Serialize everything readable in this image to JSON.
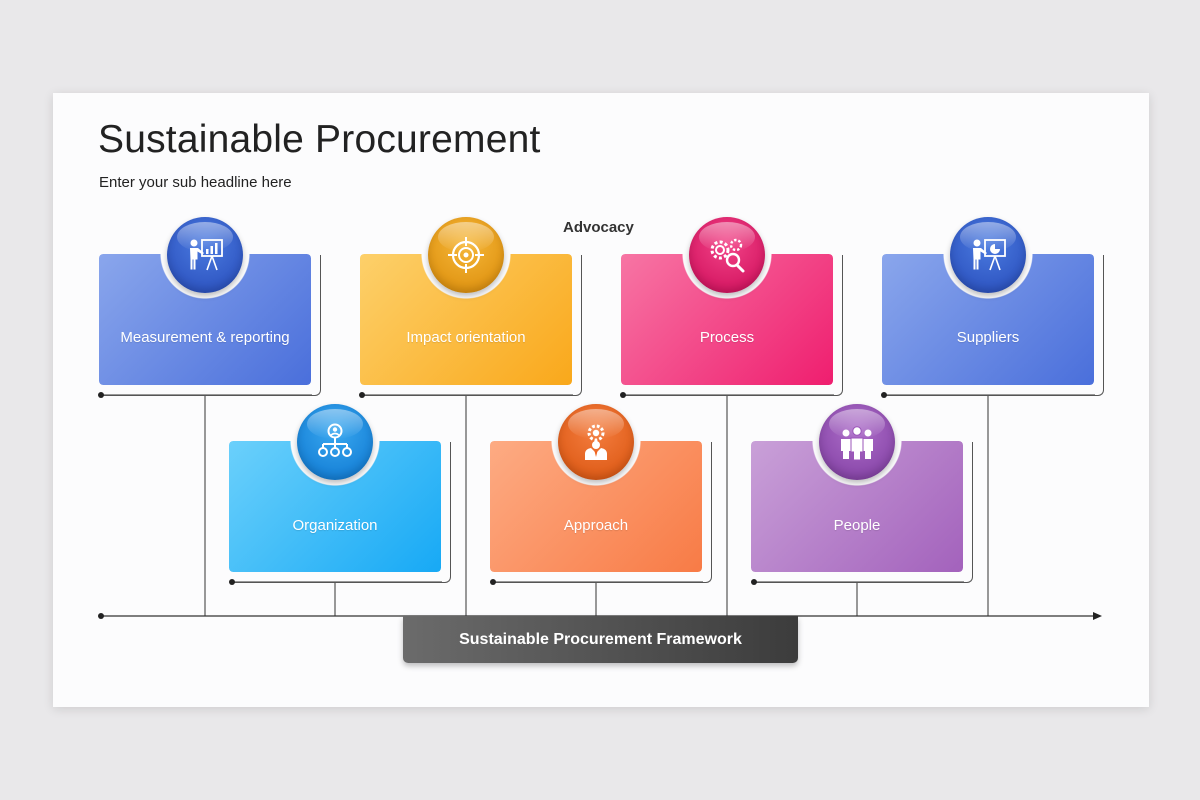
{
  "title": "Sustainable Procurement",
  "subtitle": "Enter your sub headline here",
  "top_label": "Advocacy",
  "footer_label": "Sustainable Procurement Framework",
  "cards": [
    {
      "label": "Measurement & reporting",
      "icon": "presentation-icon",
      "color_from": "#8aa6ec",
      "color_to": "#4a6fdb",
      "circle_color": "#2f5bcc"
    },
    {
      "label": "Impact orientation",
      "icon": "target-icon",
      "color_from": "#fdd06a",
      "color_to": "#f9a81b",
      "circle_color": "#efa21a"
    },
    {
      "label": "Process",
      "icon": "gears-search-icon",
      "color_from": "#f775a4",
      "color_to": "#ef1e6f",
      "circle_color": "#e8196a"
    },
    {
      "label": "Suppliers",
      "icon": "presentation-icon",
      "color_from": "#8aa6ec",
      "color_to": "#4a6fdb",
      "circle_color": "#2f5bcc"
    },
    {
      "label": "Organization",
      "icon": "org-chart-icon",
      "color_from": "#6bd0fb",
      "color_to": "#17a9f5",
      "circle_color": "#1897e8"
    },
    {
      "label": "Approach",
      "icon": "person-gear-icon",
      "color_from": "#fdab83",
      "color_to": "#f87b46",
      "circle_color": "#f1641f"
    },
    {
      "label": "People",
      "icon": "group-icon",
      "color_from": "#c9a0d8",
      "color_to": "#a362bc",
      "circle_color": "#9b55b9"
    }
  ]
}
